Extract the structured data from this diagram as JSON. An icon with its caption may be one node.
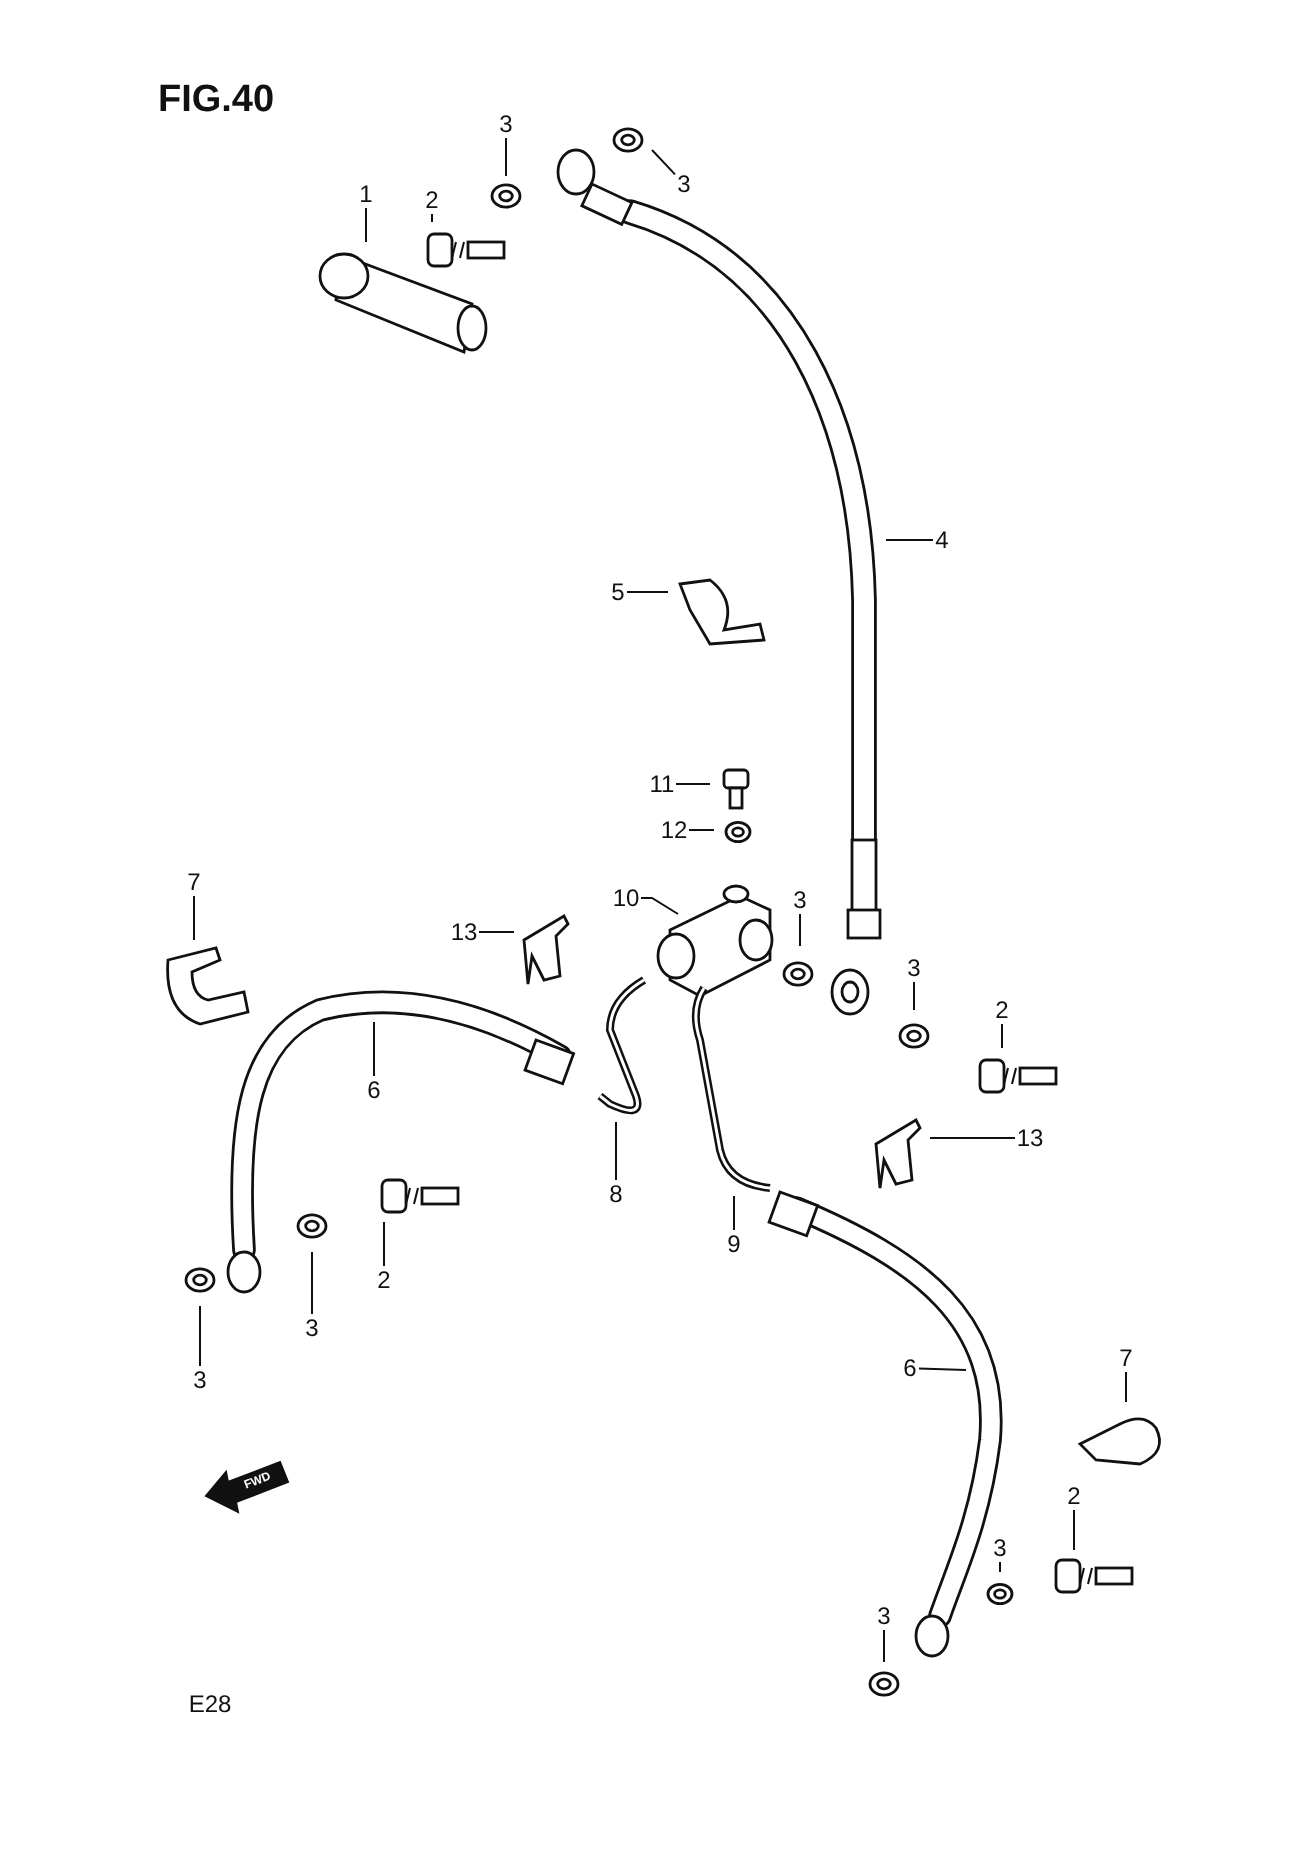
{
  "diagram": {
    "title": "FIG.40",
    "nodes": [
      {
        "text": [
          "3"
        ]
      },
      {
        "text": [
          "3"
        ]
      },
      {
        "text": [
          "1"
        ]
      },
      {
        "text": [
          "2"
        ]
      },
      {
        "text": [
          "4"
        ]
      },
      {
        "text": [
          "5"
        ]
      },
      {
        "text": [
          "11"
        ]
      },
      {
        "text": [
          "12"
        ]
      },
      {
        "text": [
          "7"
        ]
      },
      {
        "text": [
          "10"
        ]
      },
      {
        "text": [
          "3"
        ]
      },
      {
        "text": [
          "13"
        ]
      },
      {
        "text": [
          "3"
        ]
      },
      {
        "text": [
          "2"
        ]
      },
      {
        "text": [
          "6"
        ]
      },
      {
        "text": [
          "13"
        ]
      },
      {
        "text": [
          "8"
        ]
      },
      {
        "text": [
          "9"
        ]
      },
      {
        "text": [
          "2"
        ]
      },
      {
        "text": [
          "3"
        ]
      },
      {
        "text": [
          "7"
        ]
      },
      {
        "text": [
          "6"
        ]
      },
      {
        "text": [
          "3"
        ]
      },
      {
        "text": [
          "2"
        ]
      },
      {
        "text": [
          "3"
        ]
      },
      {
        "text": [
          "3"
        ]
      }
    ],
    "edges": [
      {
        "from": 0,
        "to": null,
        "arrow": "none"
      },
      {
        "from": 1,
        "to": null,
        "arrow": "none"
      },
      {
        "from": 2,
        "to": null,
        "arrow": "none"
      },
      {
        "from": 3,
        "to": null,
        "arrow": "none"
      },
      {
        "from": 4,
        "to": null,
        "arrow": "none"
      },
      {
        "from": 5,
        "to": null,
        "arrow": "none"
      },
      {
        "from": 6,
        "to": null,
        "arrow": "none"
      },
      {
        "from": 7,
        "to": null,
        "arrow": "none"
      },
      {
        "from": 8,
        "to": null,
        "arrow": "none"
      },
      {
        "from": 9,
        "to": null,
        "arrow": "none"
      },
      {
        "from": 10,
        "to": null,
        "arrow": "none"
      },
      {
        "from": 11,
        "to": null,
        "arrow": "none"
      },
      {
        "from": 12,
        "to": null,
        "arrow": "none"
      },
      {
        "from": 13,
        "to": null,
        "arrow": "none"
      },
      {
        "from": 14,
        "to": null,
        "arrow": "none"
      },
      {
        "from": 15,
        "to": null,
        "arrow": "none"
      },
      {
        "from": 16,
        "to": null,
        "arrow": "none"
      },
      {
        "from": 17,
        "to": null,
        "arrow": "none"
      },
      {
        "from": 18,
        "to": null,
        "arrow": "none"
      },
      {
        "from": 19,
        "to": null,
        "arrow": "none"
      },
      {
        "from": 20,
        "to": null,
        "arrow": "none"
      },
      {
        "from": 21,
        "to": null,
        "arrow": "none"
      },
      {
        "from": 22,
        "to": null,
        "arrow": "none"
      },
      {
        "from": 23,
        "to": null,
        "arrow": "none"
      },
      {
        "from": 24,
        "to": null,
        "arrow": "none"
      },
      {
        "from": 25,
        "to": null,
        "arrow": "none"
      }
    ],
    "labels": [
      "FWD",
      "E28"
    ]
  }
}
